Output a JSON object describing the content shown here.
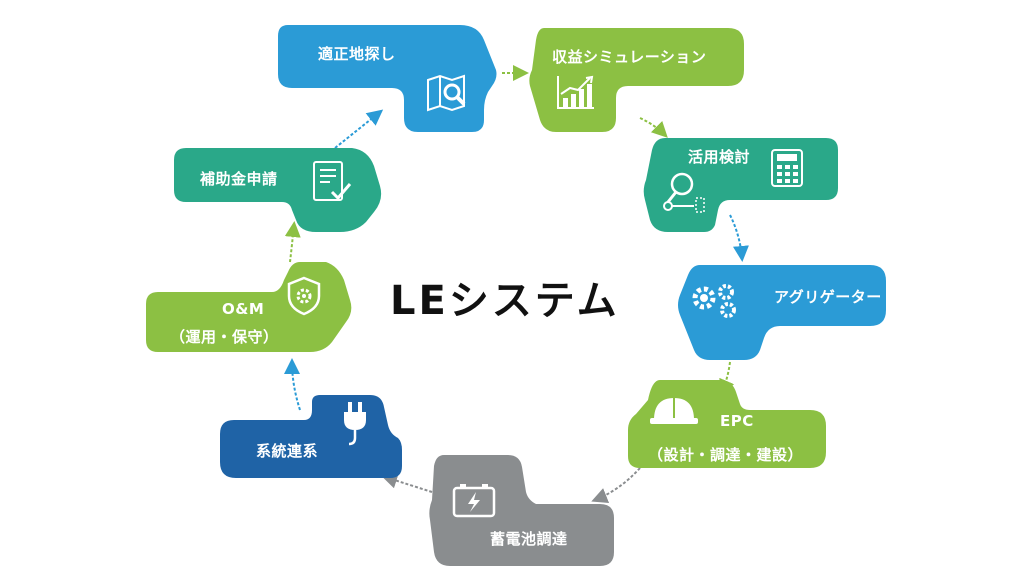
{
  "title": "LEシステム",
  "nodes": [
    {
      "id": "site",
      "label": "適正地探し",
      "color": "#2b9bd6",
      "icon": "map-magnifier-icon"
    },
    {
      "id": "sim",
      "label": "収益シミュレーション",
      "color": "#8cc043",
      "icon": "bar-chart-icon"
    },
    {
      "id": "use",
      "label": "活用検討",
      "color": "#2aa889",
      "icon": "calculator-magnifier-icon"
    },
    {
      "id": "agg",
      "label": "アグリゲーター",
      "color": "#2b9bd6",
      "icon": "gears-icon"
    },
    {
      "id": "epc",
      "label": "EPC",
      "sublabel": "（設計・調達・建設）",
      "color": "#8cc043",
      "icon": "hard-hat-icon"
    },
    {
      "id": "battery",
      "label": "蓄電池調達",
      "color": "#8a8d8f",
      "icon": "battery-icon"
    },
    {
      "id": "grid",
      "label": "系統連系",
      "color": "#1f63a6",
      "icon": "plug-icon"
    },
    {
      "id": "om",
      "label": "O&M",
      "sublabel": "（運用・保守）",
      "color": "#8cc043",
      "icon": "shield-gear-icon"
    },
    {
      "id": "subsidy",
      "label": "補助金申請",
      "color": "#2aa889",
      "icon": "checklist-icon"
    }
  ]
}
